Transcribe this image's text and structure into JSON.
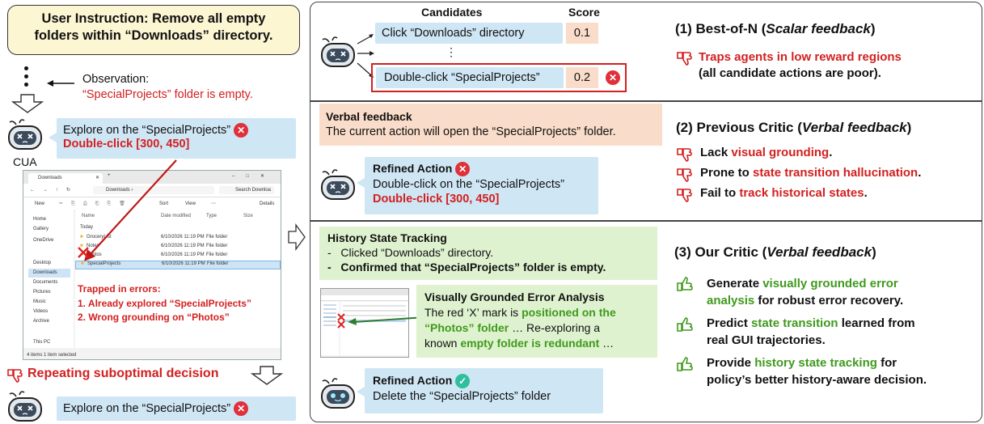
{
  "left": {
    "instruction_line1": "User Instruction: Remove all empty",
    "instruction_line2": "folders within “Downloads” directory.",
    "observation_label": "Observation:",
    "observation_text": "“SpecialProjects” folder is empty.",
    "cua_label": "CUA",
    "bubble1_line1": "Explore on the “SpecialProjects”",
    "bubble1_line2": "Double-click [300, 450]",
    "trapped_title": "Trapped in errors:",
    "trapped_1": "1. Already explored “SpecialProjects”",
    "trapped_2": "2. Wrong grounding on “Photos”",
    "repeating": "Repeating suboptimal decision",
    "bubble2_line1": "Explore on the “SpecialProjects”"
  },
  "explorer": {
    "tab_title": "Downloads",
    "path": "Downloads",
    "search_placeholder": "Search Downloa",
    "toolbar": [
      "New",
      "Sort",
      "View",
      "Details"
    ],
    "columns": [
      "Name",
      "Date modified",
      "Type",
      "Size"
    ],
    "group": "Today",
    "rows": [
      {
        "name": "GroceryList",
        "date": "6/10/2026 11:19 PM",
        "type": "File folder"
      },
      {
        "name": "Notes",
        "date": "6/10/2026 11:19 PM",
        "type": "File folder"
      },
      {
        "name": "Photos",
        "date": "6/10/2026 11:19 PM",
        "type": "File folder"
      },
      {
        "name": "SpecialProjects",
        "date": "6/10/2026 11:19 PM",
        "type": "File folder"
      }
    ],
    "sidebar": [
      "Home",
      "Gallery",
      "OneDrive",
      "Desktop",
      "Downloads",
      "Documents",
      "Pictures",
      "Music",
      "Videos",
      "Archive",
      "This PC"
    ],
    "status": "4 items   1 item selected"
  },
  "panel1": {
    "candidates_header": "Candidates",
    "score_header": "Score",
    "cand1": "Click “Downloads” directory",
    "score1": "0.1",
    "ellipsis": "⋮",
    "cand2": "Double-click “SpecialProjects”",
    "score2": "0.2",
    "title_prefix": "(1) Best-of-N (",
    "title_italic": "Scalar feedback",
    "title_suffix": ")",
    "bullet1": "Traps agents in low reward regions",
    "bullet1_sub": "(all candidate actions are poor)."
  },
  "panel2": {
    "verbal_title": "Verbal feedback",
    "verbal_text": "The current action will open the “SpecialProjects” folder.",
    "refined_title": "Refined Action",
    "refined_line1": "Double-click on the “SpecialProjects”",
    "refined_line2": "Double-click [300, 450]",
    "title_prefix": "(2) Previous Critic (",
    "title_italic": "Verbal feedback",
    "title_suffix": ")",
    "b1_a": "Lack ",
    "b1_b": "visual grounding",
    "b1_c": ".",
    "b2_a": "Prone to ",
    "b2_b": "state transition hallucination",
    "b2_c": ".",
    "b3_a": "Fail to ",
    "b3_b": "track historical states",
    "b3_c": "."
  },
  "panel3": {
    "history_title": "History State Tracking",
    "history_1": "Clicked “Downloads” directory.",
    "history_2": "Confirmed that “SpecialProjects” folder is empty.",
    "analysis_title": "Visually Grounded Error Analysis",
    "analysis_1": "The red ‘X’ mark is ",
    "analysis_1g": "positioned on the",
    "analysis_2g": "“Photos” folder",
    "analysis_2": " … Re-exploring a",
    "analysis_3": "known ",
    "analysis_3g": "empty folder is redundant",
    "analysis_3e": " …",
    "refined_title": "Refined Action",
    "refined_text": "Delete the “SpecialProjects” folder",
    "title_prefix": "(3) Our Critic (",
    "title_italic": "Verbal feedback",
    "title_suffix": ")",
    "g1_a": "Generate ",
    "g1_b": "visually grounded error",
    "g1_c": "analysis",
    "g1_d": " for robust error recovery.",
    "g2_a": "Predict ",
    "g2_b": "state transition",
    "g2_c": " learned from",
    "g2_d": "real GUI trajectories.",
    "g3_a": "Provide ",
    "g3_b": "history state tracking",
    "g3_c": " for",
    "g3_d": "policy’s better history-aware decision."
  },
  "colors": {
    "red": "#d32020",
    "green": "#3f9a1d",
    "bubble_blue": "#cfe6f5",
    "bubble_green": "#dff2cf",
    "bubble_orange": "#f9dcc9",
    "instruction_bg": "#fdf6d3"
  }
}
